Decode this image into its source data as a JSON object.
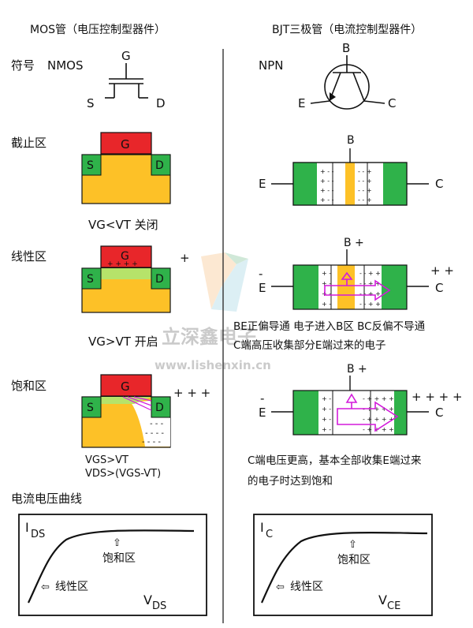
{
  "mos": {
    "title": "MOS管（电压控制型器件）",
    "symbol_label": "符号",
    "symbol_type": "NMOS",
    "gate": "G",
    "source": "S",
    "drain": "D",
    "cutoff_label": "截止区",
    "cutoff_caption": "VG<VT 关闭",
    "linear_label": "线性区",
    "linear_plus": "+",
    "linear_gate_charges": "+ + + +",
    "linear_caption": "VG>VT 开启",
    "sat_label": "饱和区",
    "sat_plus": "+ + +",
    "sat_caption1": "VGS>VT",
    "sat_caption2": "VDS>(VGS-VT)",
    "curve_section_label": "电流电压曲线",
    "curve_y_label": "I",
    "curve_y_sub": "DS",
    "curve_x_label": "V",
    "curve_x_sub": "DS",
    "curve_sat": "饱和区",
    "curve_linear": "线性区"
  },
  "bjt": {
    "title": "BJT三极管（电流控制型器件）",
    "symbol_type": "NPN",
    "base": "B",
    "emitter": "E",
    "collector": "C",
    "base_plus": "B +",
    "left_minus": "-",
    "right_plus2": "+ +",
    "right_plus4": "+ + + +",
    "linear_desc1": "BE正偏导通  电子进入B区  BC反偏不导通",
    "linear_desc2": "C端高压收集部分E端过来的电子",
    "sat_desc1": "C端电压更高，基本全部收集E端过来",
    "sat_desc2": "的电子时达到饱和",
    "curve_y_label": "I",
    "curve_y_sub": "C",
    "curve_x_label": "V",
    "curve_x_sub": "CE",
    "curve_sat": "饱和区",
    "curve_linear": "线性区"
  },
  "watermark": {
    "text": "立深鑫电子",
    "url": "www.lishenxin.cn"
  },
  "colors": {
    "gate_red": "#e8262a",
    "region_green": "#2fb24a",
    "substrate_yellow": "#fdc127",
    "channel_light_green": "#b6e36a",
    "arrow_magenta": "#d31adb",
    "divider": "#333333"
  }
}
